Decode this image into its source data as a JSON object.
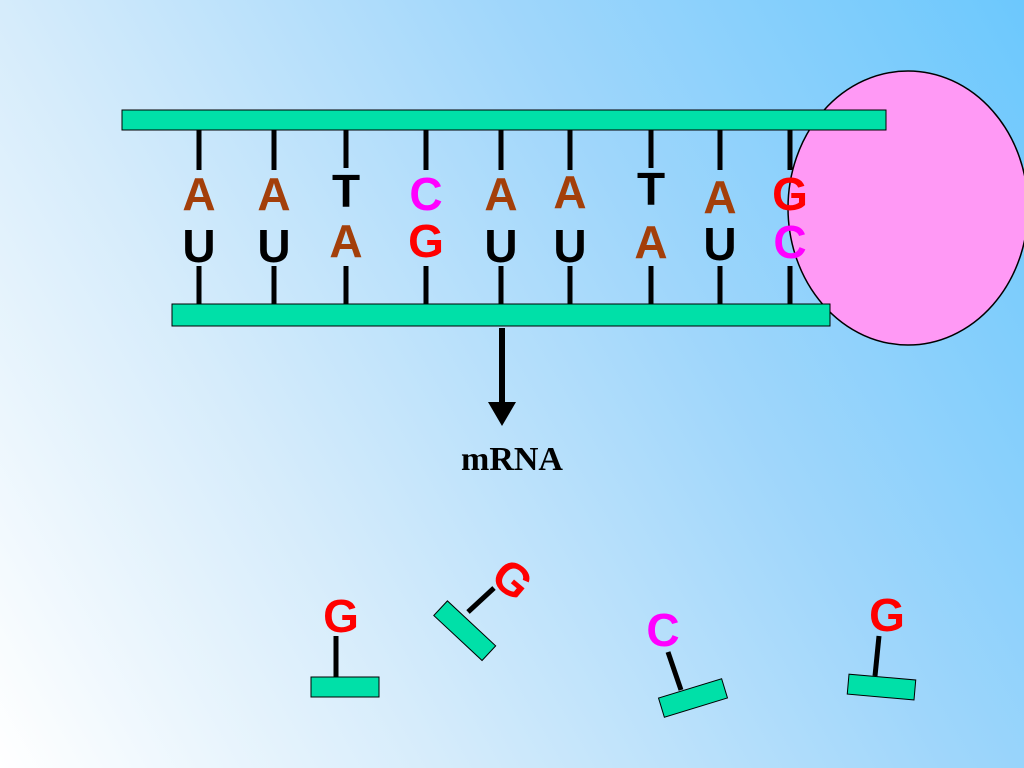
{
  "diagram": {
    "label": "mRNA",
    "dna_top_bases": [
      "A",
      "A",
      "T",
      "C",
      "A",
      "A",
      "T",
      "A",
      "G"
    ],
    "rna_bases": [
      "U",
      "U",
      "A",
      "G",
      "U",
      "U",
      "A",
      "U",
      "C"
    ],
    "free_nucleotides": [
      "G",
      "G",
      "C",
      "G"
    ]
  },
  "colors": {
    "strand": "#00e0a8",
    "polymerase": "#ff99f5",
    "A": "#a33f0a",
    "U": "#000000",
    "T": "#000000",
    "C": "#ff00ff",
    "G": "#ff0000",
    "arrow": "#000000"
  }
}
